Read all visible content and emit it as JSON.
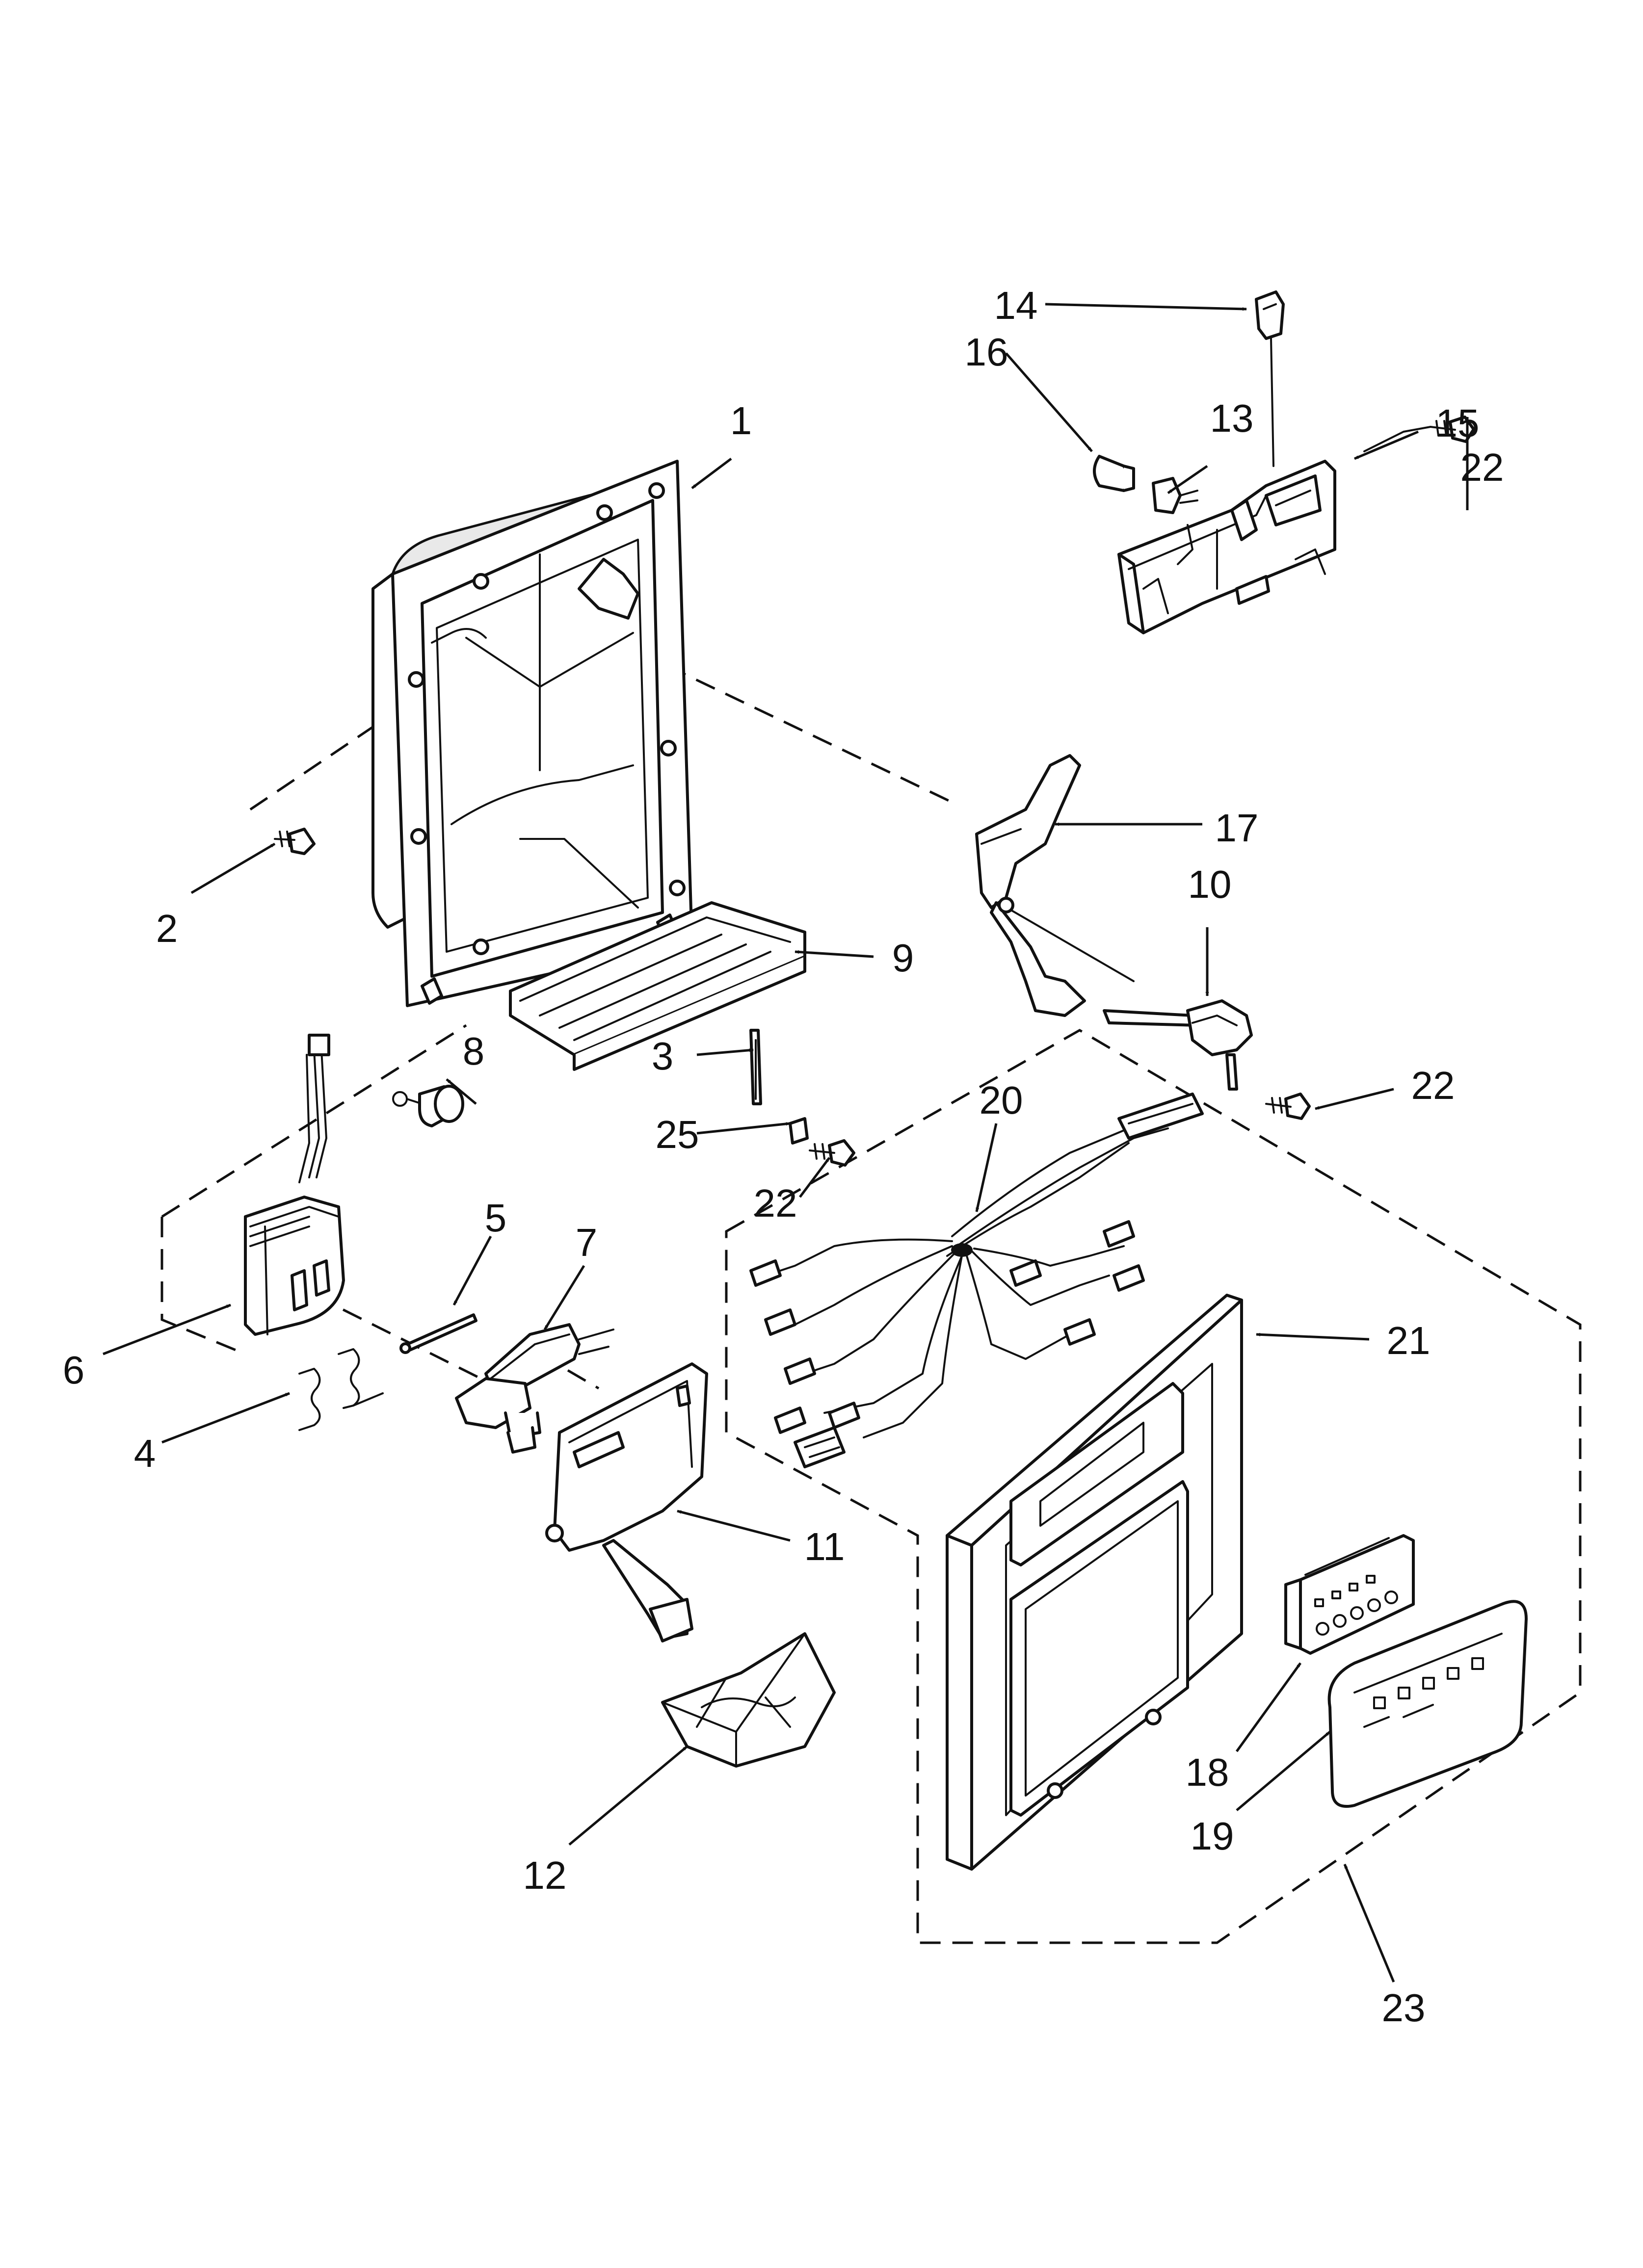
{
  "callouts": {
    "c1": "1",
    "c2": "2",
    "c3": "3",
    "c4": "4",
    "c5": "5",
    "c6": "6",
    "c7": "7",
    "c8": "8",
    "c9": "9",
    "c10": "10",
    "c11": "11",
    "c12": "12",
    "c13": "13",
    "c14": "14",
    "c15": "15",
    "c16": "16",
    "c17": "17",
    "c18": "18",
    "c19": "19",
    "c20": "20",
    "c21": "21",
    "c22a": "22",
    "c22b": "22",
    "c22c": "22",
    "c23": "23",
    "c25": "25"
  },
  "colors": {
    "line": "#111111",
    "background": "#ffffff",
    "shade": "#e9e9e9"
  }
}
